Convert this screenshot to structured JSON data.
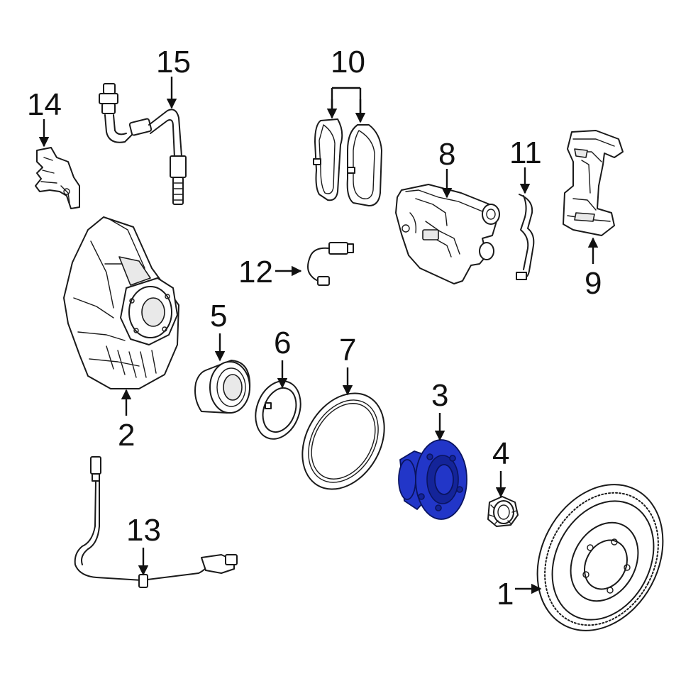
{
  "callouts": [
    {
      "id": "1",
      "label": "1",
      "highlighted": false
    },
    {
      "id": "2",
      "label": "2",
      "highlighted": false
    },
    {
      "id": "3",
      "label": "3",
      "highlighted": true
    },
    {
      "id": "4",
      "label": "4",
      "highlighted": false
    },
    {
      "id": "5",
      "label": "5",
      "highlighted": false
    },
    {
      "id": "6",
      "label": "6",
      "highlighted": false
    },
    {
      "id": "7",
      "label": "7",
      "highlighted": false
    },
    {
      "id": "8",
      "label": "8",
      "highlighted": false
    },
    {
      "id": "9",
      "label": "9",
      "highlighted": false
    },
    {
      "id": "10",
      "label": "10",
      "highlighted": false
    },
    {
      "id": "11",
      "label": "11",
      "highlighted": false
    },
    {
      "id": "12",
      "label": "12",
      "highlighted": false
    },
    {
      "id": "13",
      "label": "13",
      "highlighted": false
    },
    {
      "id": "14",
      "label": "14",
      "highlighted": false
    },
    {
      "id": "15",
      "label": "15",
      "highlighted": false
    }
  ],
  "colors": {
    "background": "#ffffff",
    "line": "#1a1a1a",
    "highlight": "#2236c8"
  }
}
